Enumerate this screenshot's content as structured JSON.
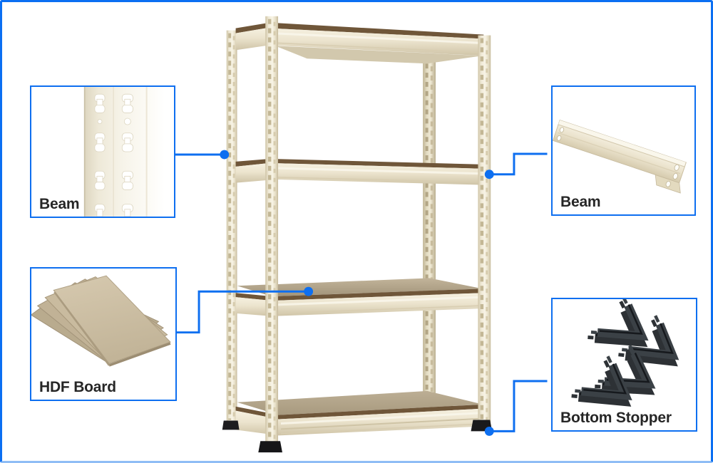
{
  "frame": {
    "background": "#ffffff",
    "border_color": "#0b6ff2",
    "accent_color": "#0e6ff0"
  },
  "product": {
    "name": "boltless shelving rack",
    "shelf_count": 4,
    "colors": {
      "frame_cream": "#ece4cf",
      "board_tan": "#b3a58a",
      "board_edge_brown": "#6f5639",
      "foot_black": "#1a1a1c",
      "stopper_charcoal": "#2d3135"
    }
  },
  "callouts": [
    {
      "id": "beam-upright",
      "label": "Beam",
      "position": "top-left",
      "part_icon": "slotted-upright-icon"
    },
    {
      "id": "beam",
      "label": "Beam",
      "position": "top-right",
      "part_icon": "shelf-beam-icon"
    },
    {
      "id": "hdf-board",
      "label": "HDF Board",
      "position": "bottom-left",
      "part_icon": "hdf-board-stack-icon"
    },
    {
      "id": "bottom-stopper",
      "label": "Bottom Stopper",
      "position": "bottom-right",
      "part_icon": "bottom-stopper-icon"
    }
  ]
}
